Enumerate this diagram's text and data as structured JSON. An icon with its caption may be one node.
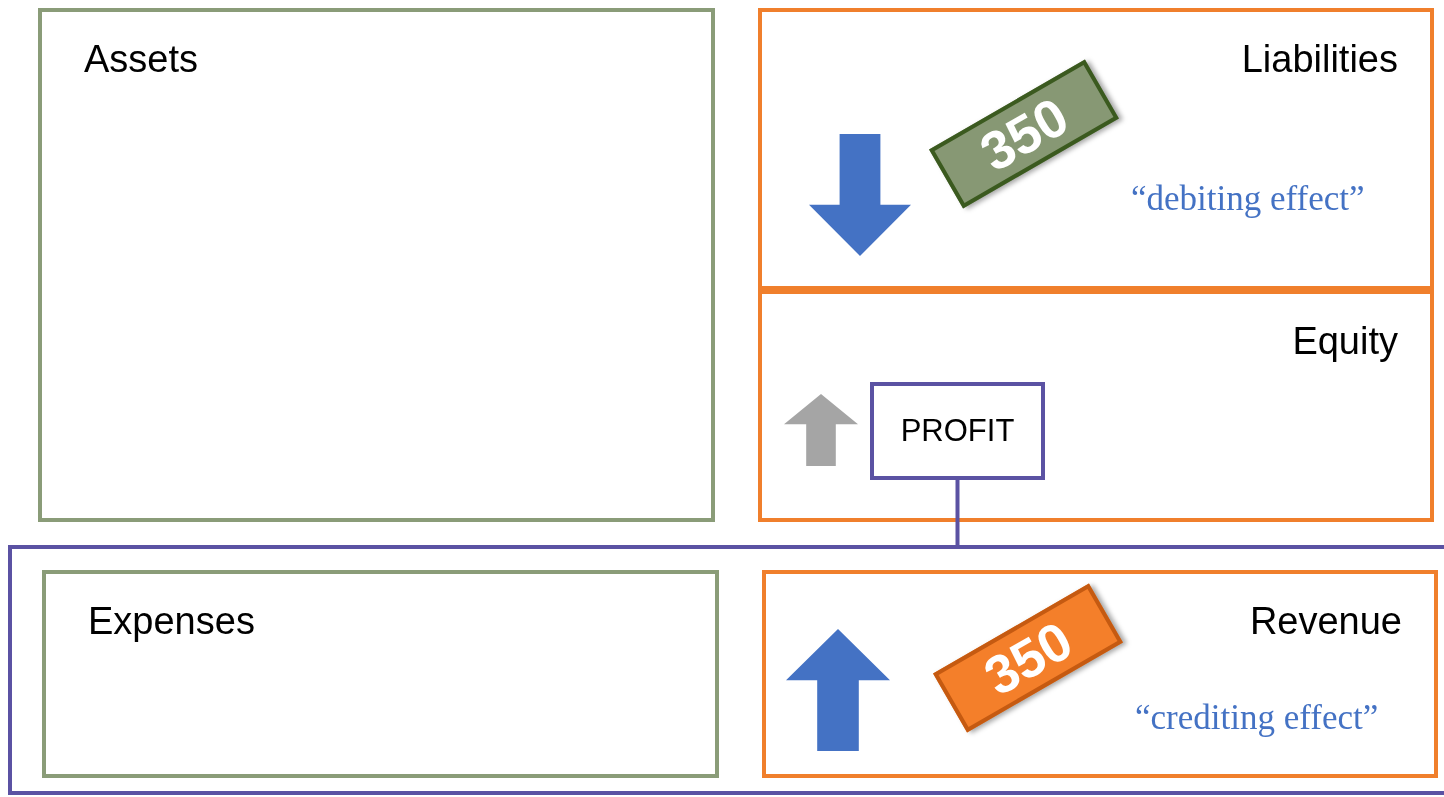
{
  "diagram": {
    "nodes": [
      {
        "text": [
          "Assets"
        ]
      },
      {
        "text": [
          "Liabilities"
        ]
      },
      {
        "text": [
          "Equity"
        ]
      },
      {
        "text": [
          "PROFIT"
        ],
        "in": 2
      },
      {
        "text": [],
        "shape": "box"
      },
      {
        "text": [
          "Expenses"
        ],
        "in": 4
      },
      {
        "text": [
          "Revenue"
        ],
        "in": 4
      },
      {
        "text": [
          "350"
        ],
        "in": 1,
        "beside": [
          "“debiting effect”"
        ]
      },
      {
        "text": [
          "350"
        ],
        "in": 6,
        "beside": [
          "“crediting effect”"
        ]
      }
    ],
    "edges": [
      {
        "from": 3,
        "to": 4,
        "arrow": "none"
      }
    ]
  }
}
